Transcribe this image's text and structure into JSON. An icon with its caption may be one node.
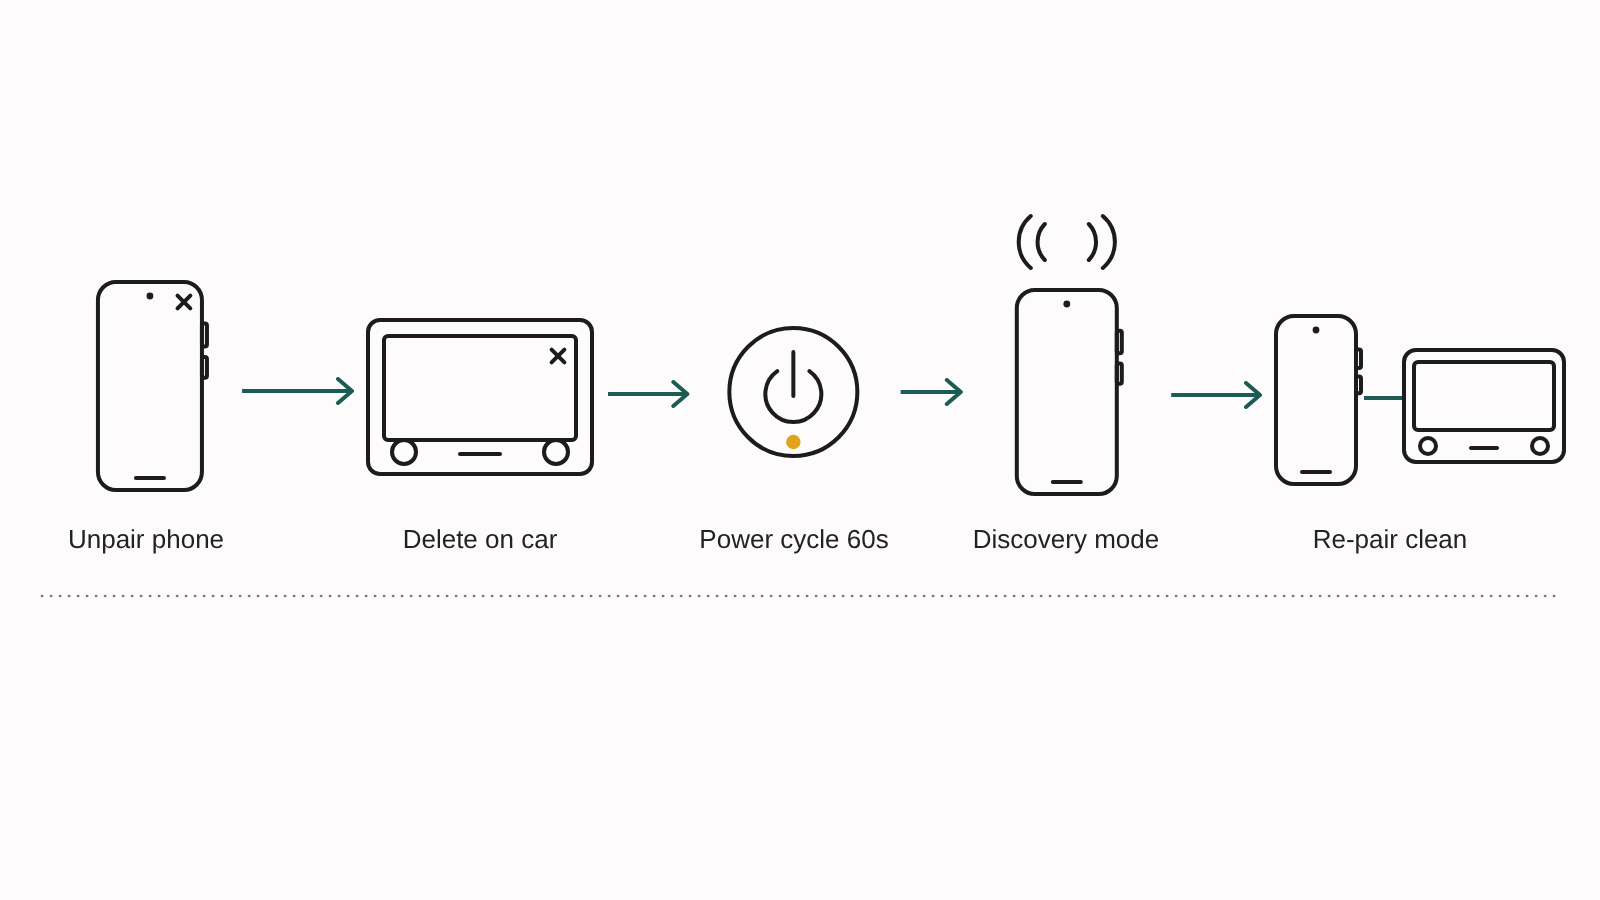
{
  "diagram": {
    "nodes": [
      {
        "text": [
          "Unpair phone"
        ]
      },
      {
        "text": [
          "Delete on car"
        ]
      },
      {
        "text": [
          "Power cycle 60s"
        ]
      },
      {
        "text": [
          "Discovery mode"
        ]
      },
      {
        "text": [
          "Re-pair clean"
        ]
      }
    ],
    "edges": [
      {
        "from": 0,
        "to": 1,
        "arrow": "to"
      },
      {
        "from": 1,
        "to": 2,
        "arrow": "to"
      },
      {
        "from": 2,
        "to": 3,
        "arrow": "to"
      },
      {
        "from": 3,
        "to": 4,
        "arrow": "to"
      }
    ]
  }
}
